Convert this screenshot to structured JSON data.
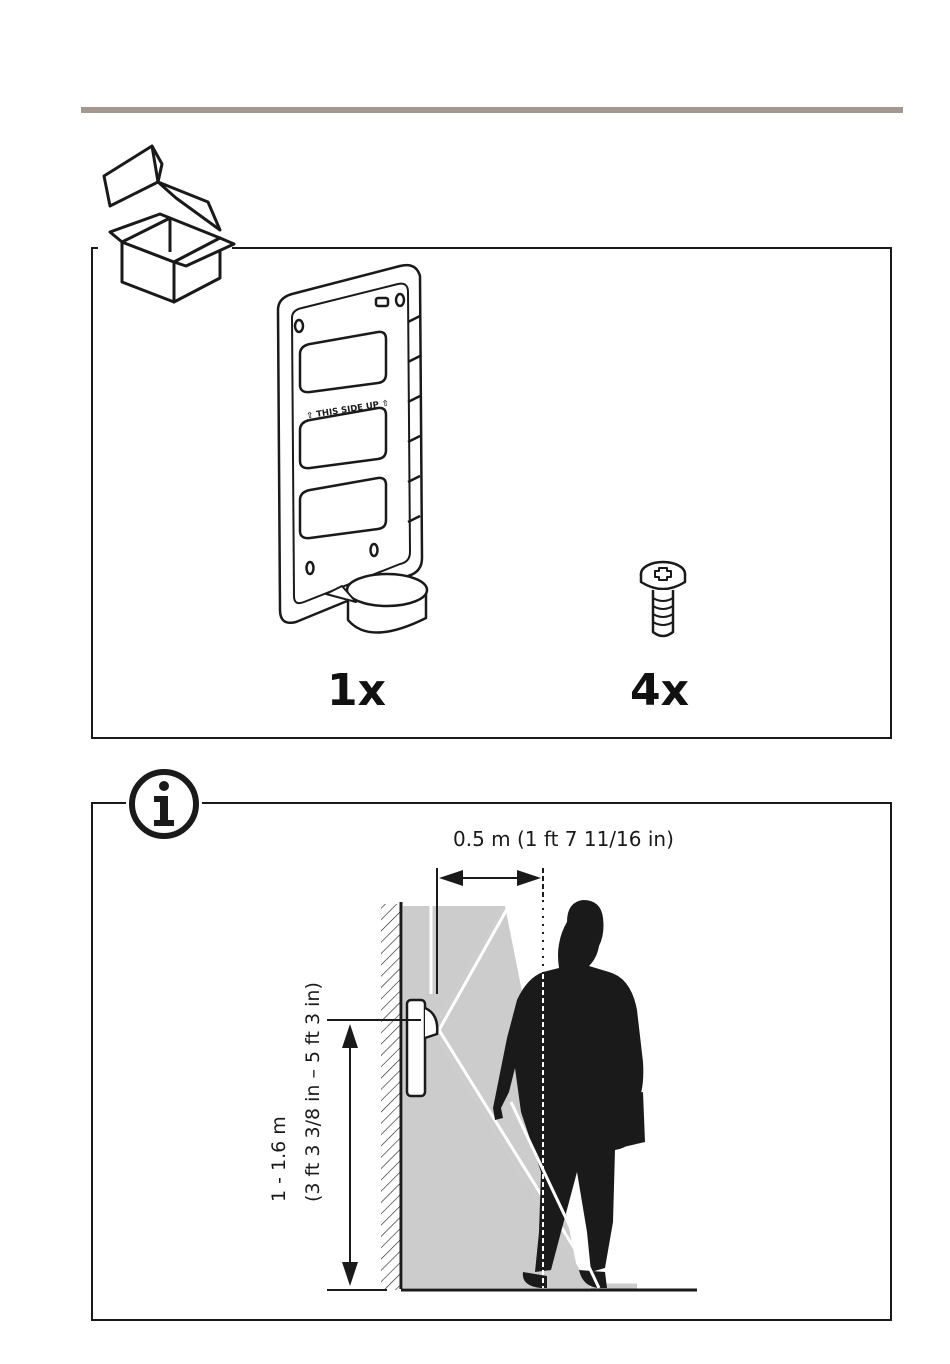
{
  "contents": {
    "items": [
      {
        "name": "mounting-bracket",
        "quantity": "1x",
        "label_printed": "⇧ THIS SIDE UP ⇧"
      },
      {
        "name": "screw",
        "quantity": "4x"
      }
    ]
  },
  "info": {
    "distance_label": "0.5 m (1 ft 7 11/16 in)",
    "height_label_line1": "1 - 1.6 m",
    "height_label_line2": "(3 ft 3 3/8 in – 5 ft 3 in)"
  },
  "colors": {
    "rule": "#a29890",
    "stroke": "#1a1a1a",
    "field_of_view": "#cccccc"
  }
}
